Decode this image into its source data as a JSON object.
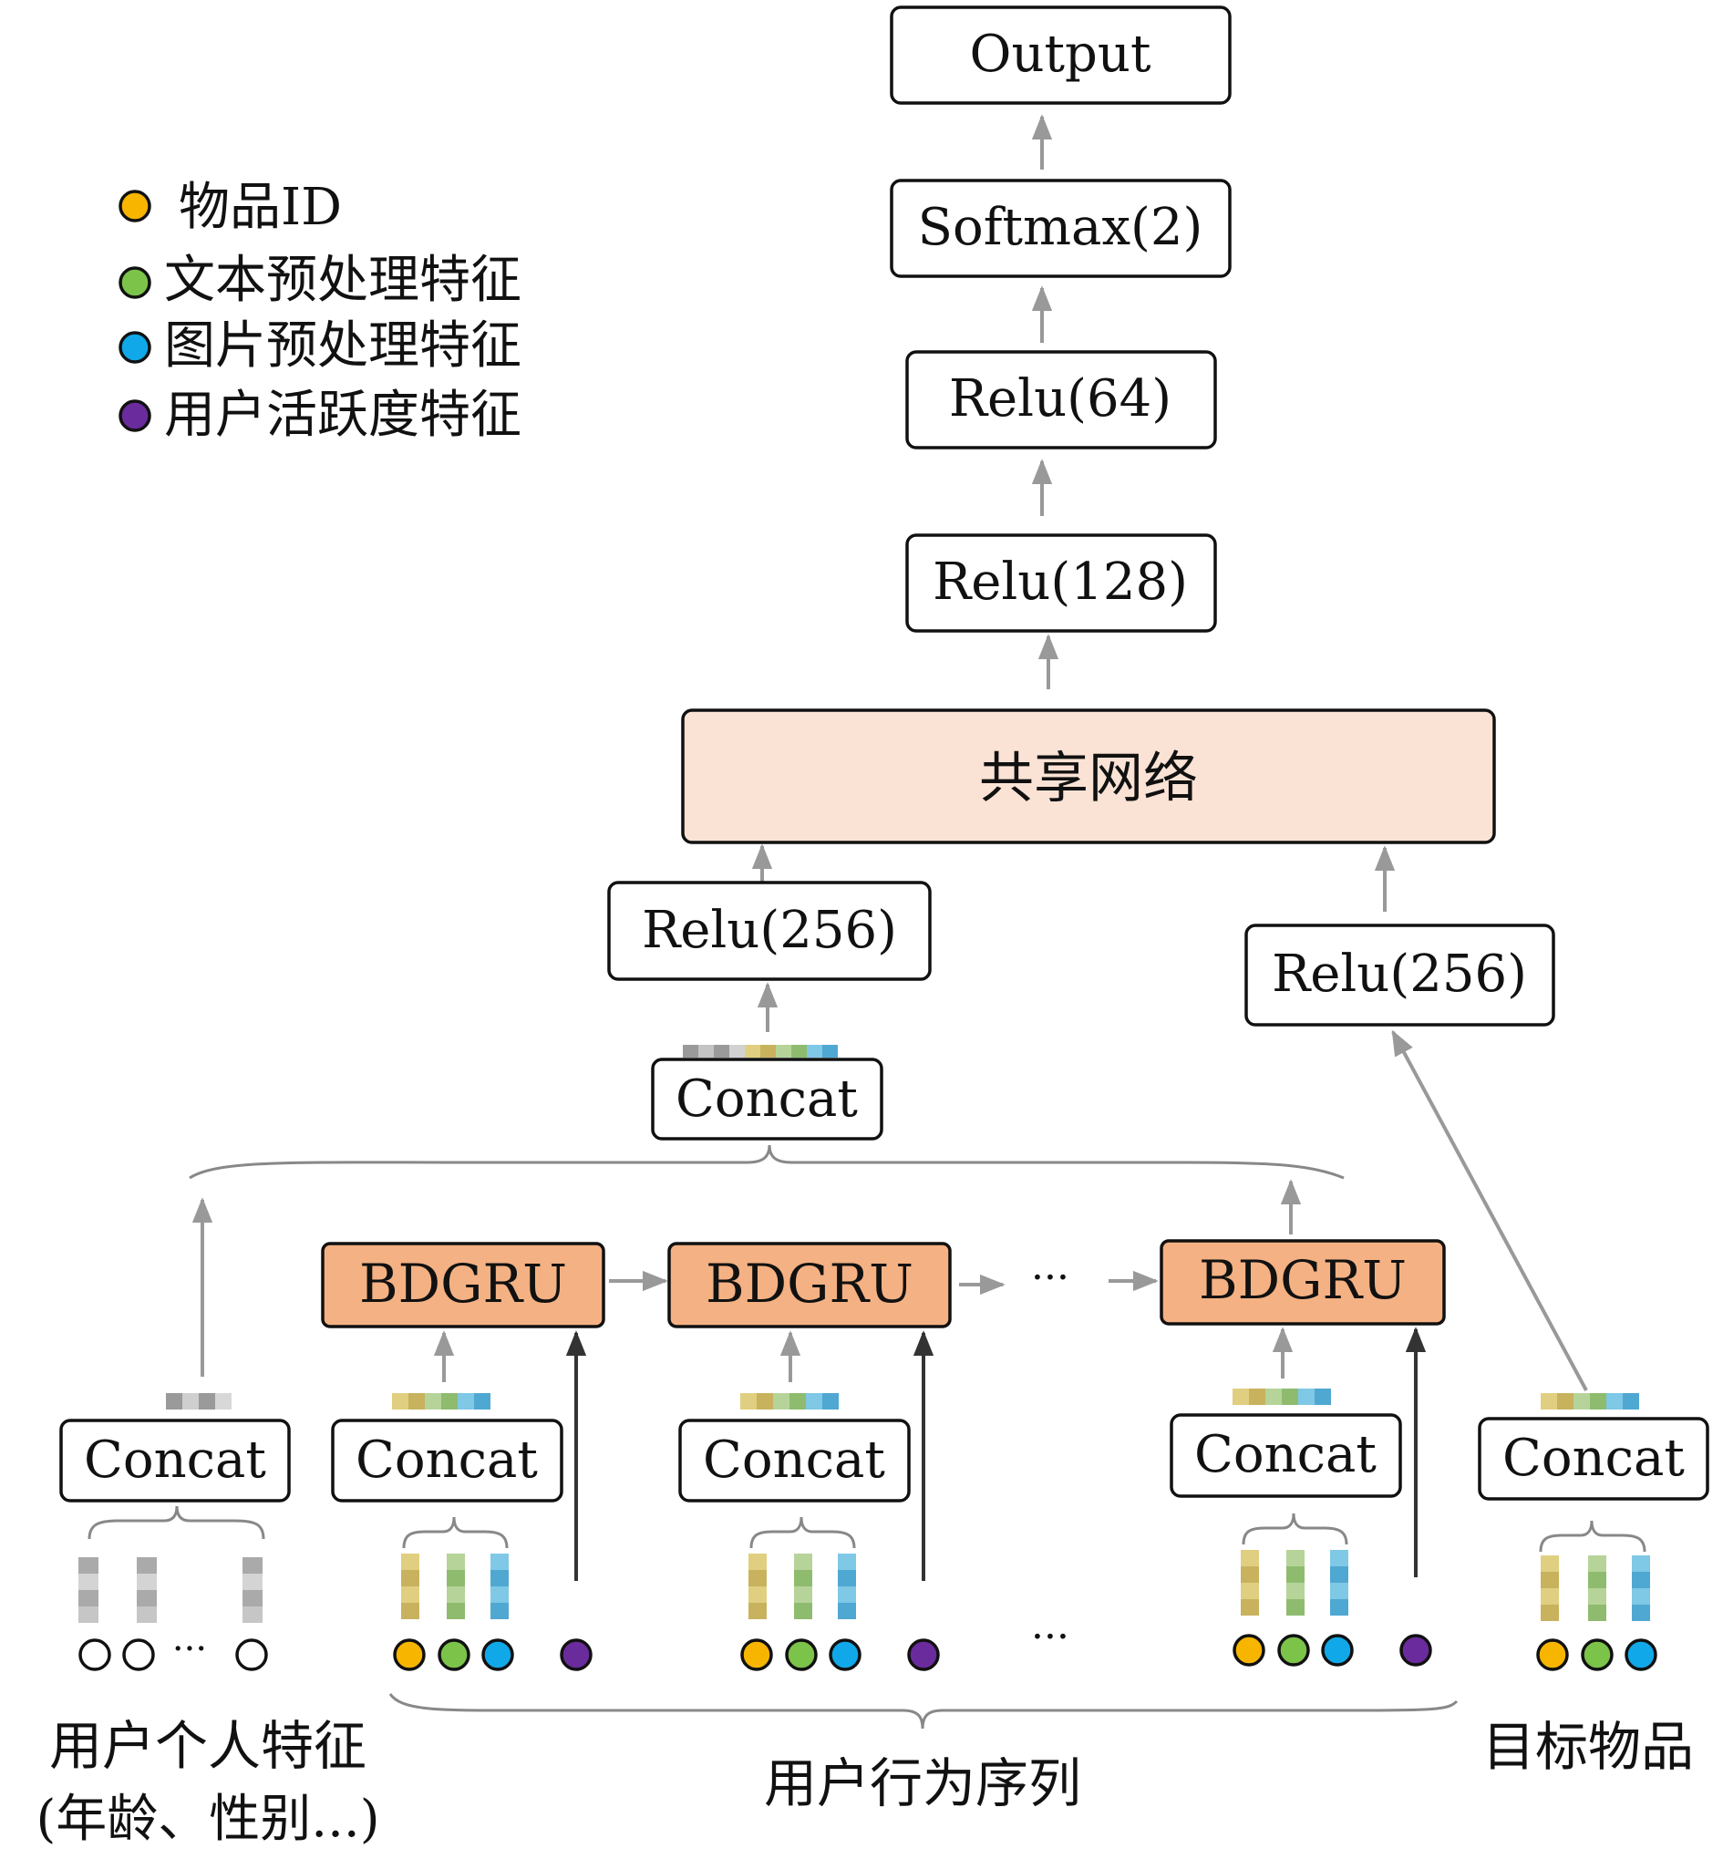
{
  "legend": [
    {
      "color": "#f7b500",
      "label": "物品ID"
    },
    {
      "color": "#7cc34a",
      "label": "文本预处理特征"
    },
    {
      "color": "#10a8e8",
      "label": "图片预处理特征"
    },
    {
      "color": "#6a2b9c",
      "label": "用户活跃度特征"
    }
  ],
  "top_stack": {
    "output": "Output",
    "softmax": "Softmax(2)",
    "relu64": "Relu(64)",
    "relu128": "Relu(128)",
    "shared": "共享网络"
  },
  "left_branch": {
    "relu256": "Relu(256)",
    "concat": "Concat"
  },
  "right_branch": {
    "relu256": "Relu(256)"
  },
  "bottom": {
    "bdgru": [
      "BDGRU",
      "BDGRU",
      "BDGRU"
    ],
    "concat_user": "Concat",
    "concat_steps": [
      "Concat",
      "Concat",
      "Concat"
    ],
    "concat_target": "Concat",
    "ellipsis": "···",
    "user_label_1": "用户个人特征",
    "user_label_2": "(年龄、性别...)",
    "sequence_label": "用户行为序列",
    "target_label": "目标物品"
  },
  "colors": {
    "shared_fill": "#fae3d5",
    "bdgru_fill": "#f4b183",
    "arrow_gray": "#999999",
    "arrow_dark": "#333333",
    "user_vector": "#aaaaaa",
    "item_vector": "#d6c070",
    "text_vector": "#a9cc8a",
    "image_vector": "#6cbde0"
  }
}
